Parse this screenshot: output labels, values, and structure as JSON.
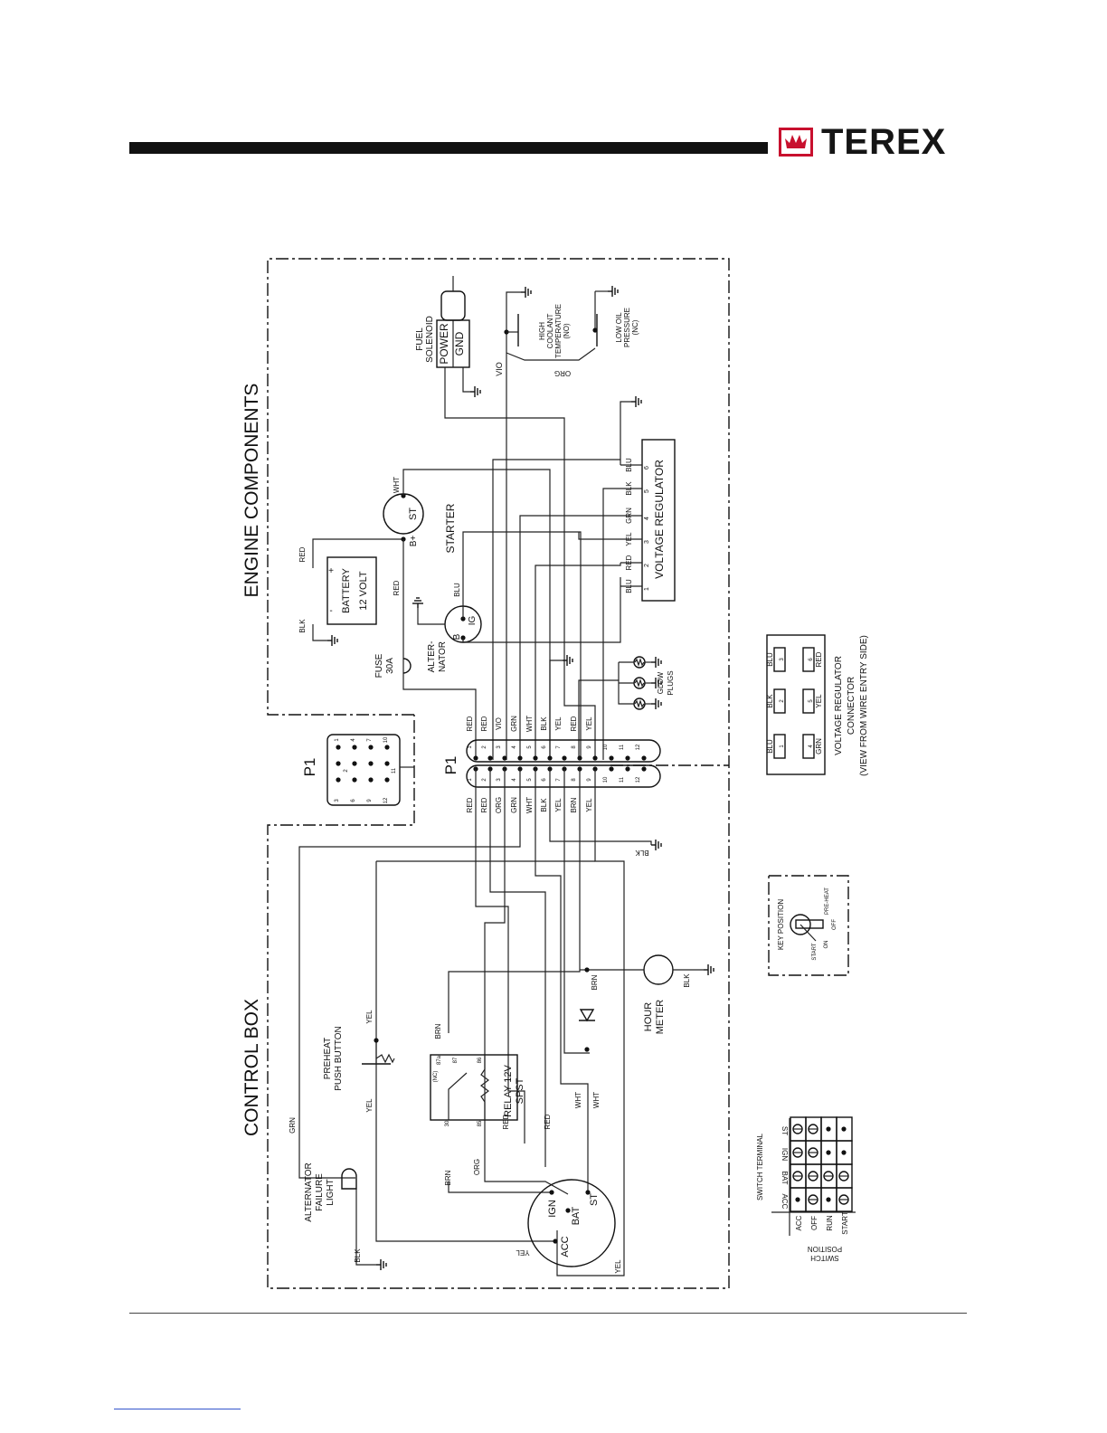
{
  "brand": {
    "name": "TEREX",
    "color": "#c8102e"
  },
  "sections": {
    "engine": "ENGINE COMPONENTS",
    "control": "CONTROL BOX"
  },
  "components": {
    "fuel_solenoid": {
      "label1": "FUEL",
      "label2": "SOLENOID",
      "power": "POWER",
      "gnd": "GND"
    },
    "high_coolant": {
      "label1": "HIGH",
      "label2": "COOLANT",
      "label3": "TEMPERATURE",
      "label4": "(NO)"
    },
    "low_oil": {
      "label1": "LOW OIL",
      "label2": "PRESSURE",
      "label3": "(NC)"
    },
    "battery": {
      "label1": "BATTERY",
      "label2": "12 VOLT",
      "plus": "+",
      "minus": "-"
    },
    "starter": {
      "label": "STARTER",
      "st": "ST",
      "bplus": "B+"
    },
    "fuse": {
      "label1": "FUSE",
      "label2": "30A"
    },
    "alternator": {
      "label1": "ALTER-",
      "label2": "NATOR",
      "b": "B",
      "ig": "IG"
    },
    "voltage_regulator": {
      "label": "VOLTAGE REGULATOR"
    },
    "glow_plugs": {
      "label1": "GLOW",
      "label2": "PLUGS"
    },
    "p1_label": "P1",
    "preheat": {
      "label1": "PREHEAT",
      "label2": "PUSH BUTTON"
    },
    "relay": {
      "label1": "RELAY 12V",
      "label2": "SPST",
      "nc": "(NC)",
      "t87a": "87a",
      "t87": "87",
      "t86": "86",
      "t30": "30",
      "t85": "85"
    },
    "hour_meter": {
      "label1": "HOUR",
      "label2": "METER"
    },
    "alt_light": {
      "label1": "ALTERNATOR",
      "label2": "FAILURE",
      "label3": "LIGHT"
    },
    "key_switch": {
      "ign": "IGN",
      "bat": "BAT",
      "acc": "ACC",
      "st": "ST"
    }
  },
  "wires": {
    "red": "RED",
    "blk": "BLK",
    "wht": "WHT",
    "blu": "BLU",
    "vio": "VIO",
    "org": "ORG",
    "yel": "YEL",
    "grn": "GRN",
    "brn": "BRN"
  },
  "vr_terminals": {
    "numbers": [
      "1",
      "2",
      "3",
      "4",
      "5",
      "6"
    ],
    "colors": [
      "BLU",
      "RED",
      "YEL",
      "GRN",
      "BLK",
      "BLU"
    ]
  },
  "p1_connector": {
    "pins": [
      "1",
      "2",
      "3",
      "4",
      "5",
      "6",
      "7",
      "8",
      "9",
      "10",
      "11",
      "12"
    ],
    "engine_side": [
      "RED",
      "RED",
      "VIO",
      "GRN",
      "WHT",
      "BLK",
      "YEL",
      "RED",
      "YEL",
      "",
      "",
      ""
    ],
    "control_side": [
      "RED",
      "RED",
      "ORG",
      "GRN",
      "WHT",
      "BLK",
      "YEL",
      "BRN",
      "YEL",
      "",
      "",
      ""
    ]
  },
  "p1_face": {
    "pins": [
      "1",
      "2",
      "3",
      "4",
      "5",
      "6",
      "7",
      "8",
      "9",
      "10",
      "11",
      "12"
    ]
  },
  "vr_connector": {
    "title1": "VOLTAGE REGULATOR",
    "title2": "CONNECTOR",
    "title3": "(VIEW FROM WIRE ENTRY SIDE)",
    "cells": [
      {
        "color": "BLU",
        "num": "1"
      },
      {
        "color": "BLK",
        "num": "2"
      },
      {
        "color": "BLU",
        "num": "3"
      },
      {
        "color": "GRN",
        "num": "4"
      },
      {
        "color": "YEL",
        "num": "5"
      },
      {
        "color": "RED",
        "num": "6"
      }
    ]
  },
  "key_position": {
    "title": "KEY POSITION",
    "start": "START",
    "on": "ON",
    "off": "OFF",
    "preheat": "PRE-HEAT"
  },
  "switch_table": {
    "title": "SWITCH TERMINAL",
    "axis1": "SWITCH",
    "axis2": "POSITION",
    "columns": [
      "ACC",
      "BAT",
      "IGN",
      "ST"
    ],
    "rows": [
      {
        "label": "ACC",
        "cells": [
          "dot",
          "open",
          "open",
          "open"
        ]
      },
      {
        "label": "OFF",
        "cells": [
          "open",
          "open",
          "open",
          "open"
        ]
      },
      {
        "label": "RUN",
        "cells": [
          "dot",
          "open",
          "dot",
          "dot"
        ]
      },
      {
        "label": "START",
        "cells": [
          "open",
          "open",
          "dot",
          "dot"
        ]
      }
    ]
  }
}
